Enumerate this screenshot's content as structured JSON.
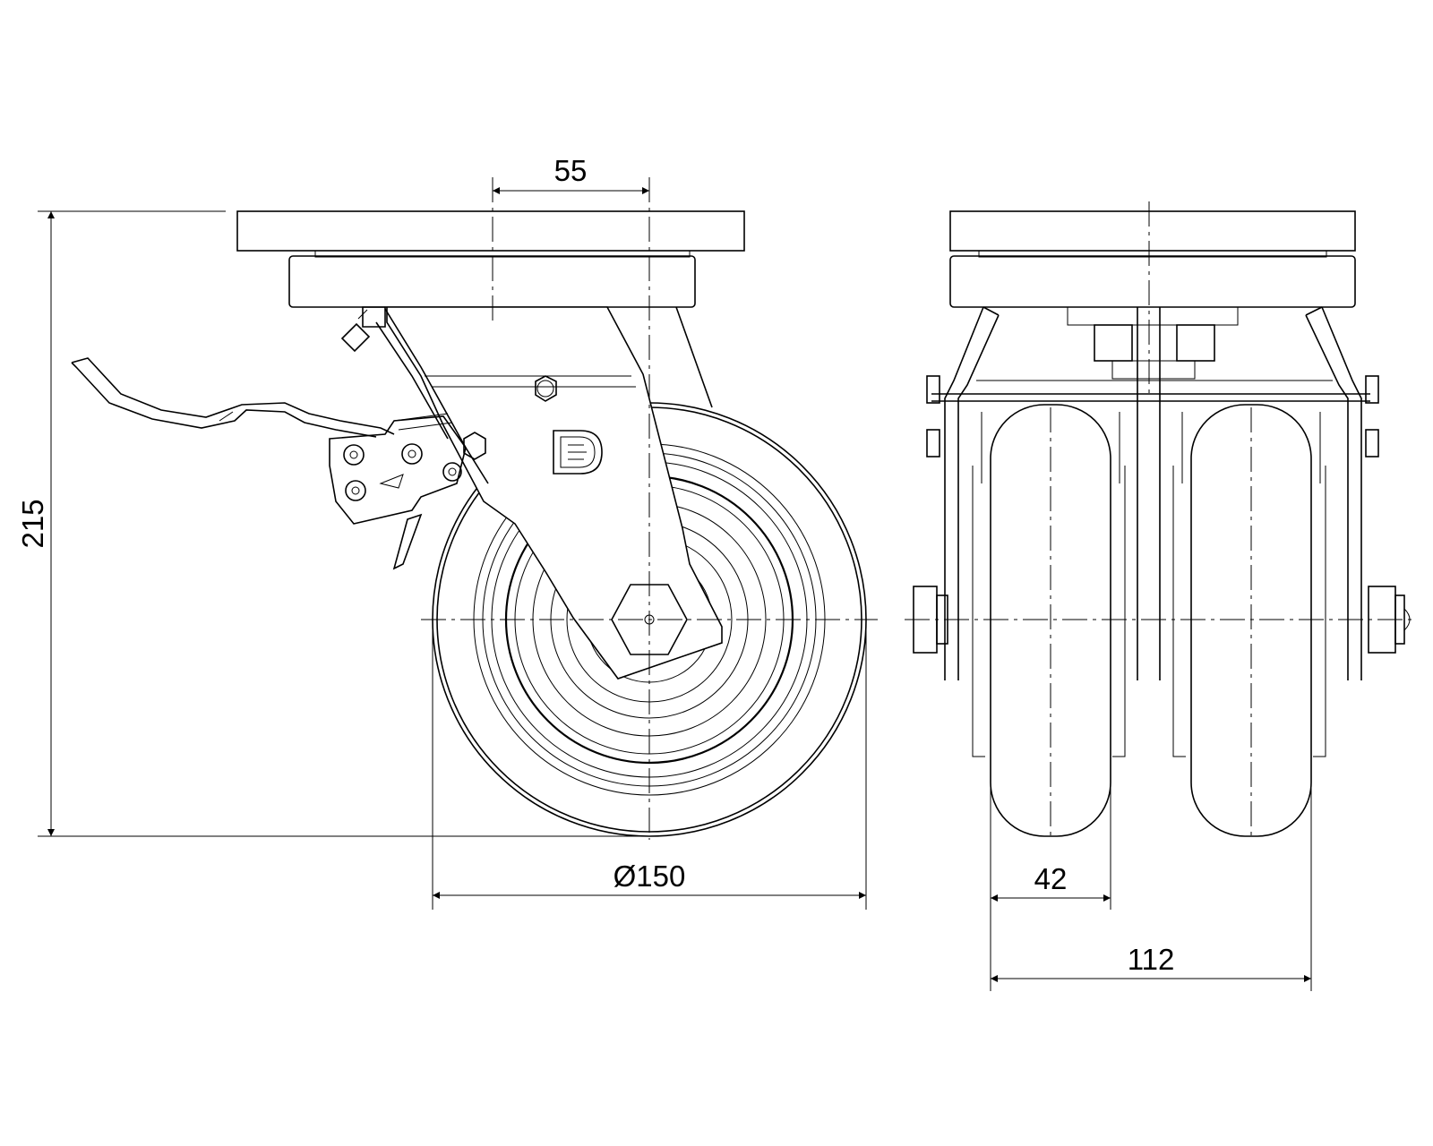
{
  "drawing": {
    "dimensions": {
      "offset": "55",
      "height": "215",
      "wheel_diameter": "Ø150",
      "wheel_width": "42",
      "overall_width": "112"
    },
    "logo": {
      "icon": "d-logo-icon"
    },
    "colors": {
      "line": "#000000",
      "background": "#ffffff"
    }
  }
}
